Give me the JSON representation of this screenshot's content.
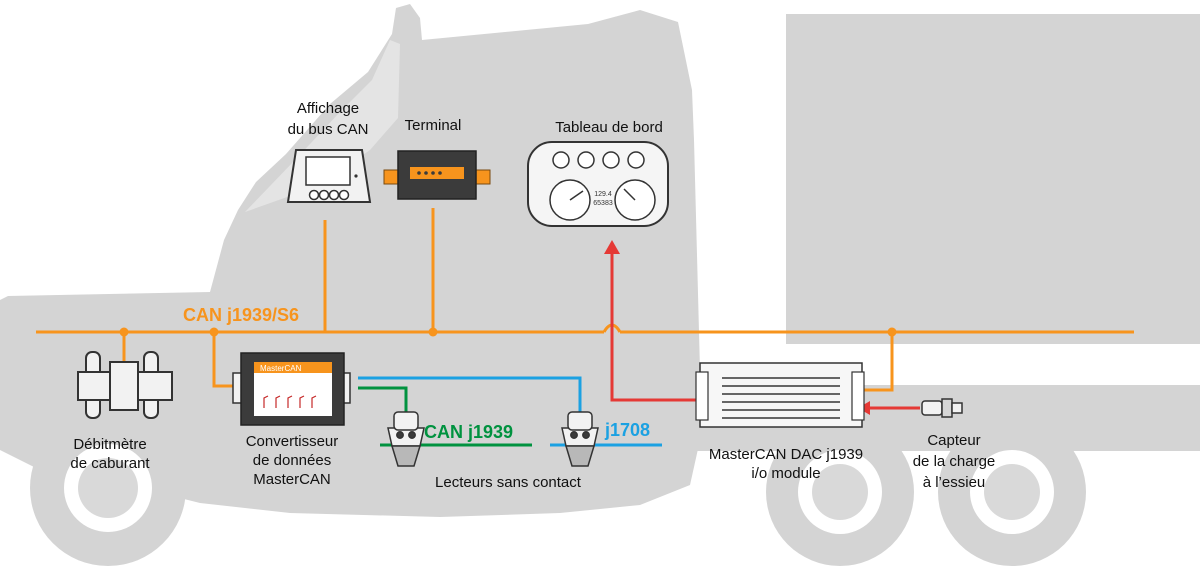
{
  "labels": {
    "affichage_line1": "Affichage",
    "affichage_line2": "du bus CAN",
    "terminal": "Terminal",
    "tableau": "Tableau de bord",
    "can_bus_label": "CAN j1939/S6",
    "debitmetre_line1": "Débitmètre",
    "debitmetre_line2": "de caburant",
    "convertisseur_line1": "Convertisseur",
    "convertisseur_line2": "de données",
    "convertisseur_line3": "MasterCAN",
    "can_j1939": "CAN j1939",
    "j1708": "j1708",
    "lecteurs": "Lecteurs sans contact",
    "dac_line1": "MasterCAN DAC j1939",
    "dac_line2": "i/o module",
    "capteur_line1": "Capteur",
    "capteur_line2": "de la charge",
    "capteur_line3": "à l’essieu",
    "converter_brand": "MasterCAN",
    "odometer_1": "129.4",
    "odometer_2": "65383"
  },
  "colors": {
    "can_bus": "#f7941d",
    "can_j1939": "#00923f",
    "j1708": "#1ba1e2",
    "signal": "#e53935",
    "truck": "#d4d4d4"
  }
}
